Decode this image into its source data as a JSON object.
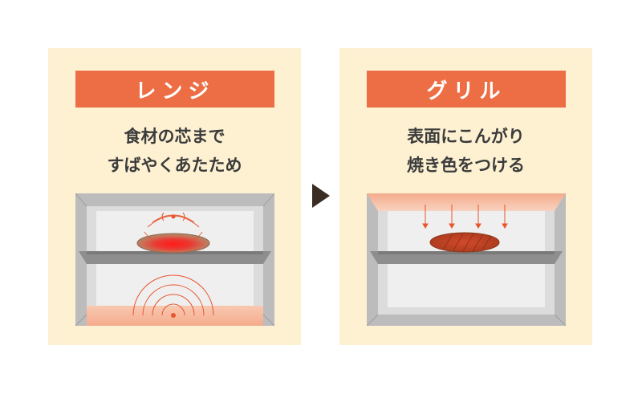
{
  "left": {
    "title": "レンジ",
    "desc_line1": "食材の芯まで",
    "desc_line2": "すばやくあたため"
  },
  "right": {
    "title": "グリル",
    "desc_line1": "表面にこんがり",
    "desc_line2": "焼き色をつける"
  },
  "colors": {
    "panel_bg": "#fdf1d2",
    "banner": "#ed6e45",
    "oven_frame": "#bdbdbd",
    "heat_glow": "#f6b59a",
    "arrow": "#3a2c22"
  }
}
